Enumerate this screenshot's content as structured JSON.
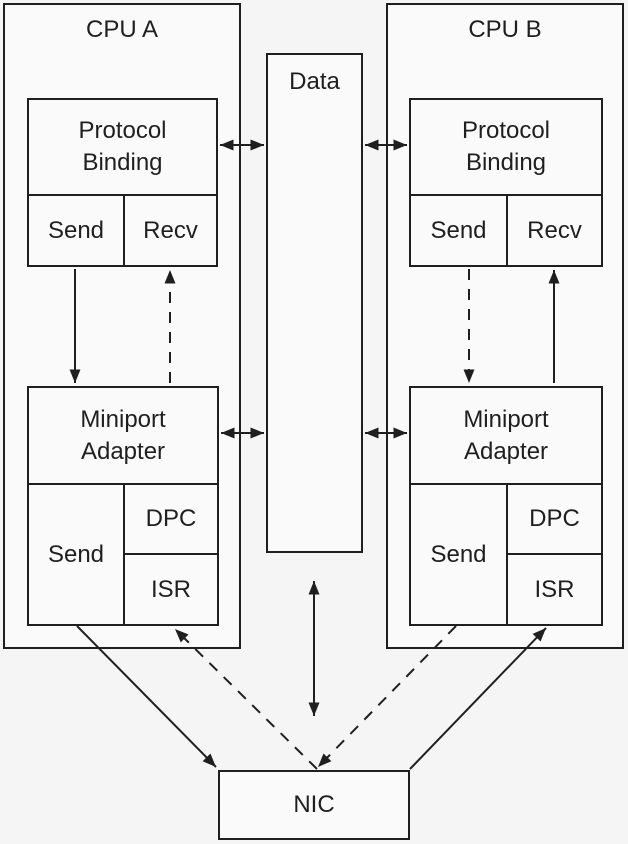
{
  "style": {
    "line_color": "#1f1f1f",
    "box_fill": "#fafafa",
    "background": "#f5f5f5",
    "text_color": "#1f1f1f"
  },
  "cpu_a": {
    "title": "CPU A",
    "protocol_binding": {
      "lines": [
        "Protocol",
        "Binding"
      ],
      "send_label": "Send",
      "recv_label": "Recv"
    },
    "miniport_adapter": {
      "lines": [
        "Miniport",
        "Adapter"
      ],
      "send_label": "Send",
      "dpc_label": "DPC",
      "isr_label": "ISR"
    }
  },
  "cpu_b": {
    "title": "CPU B",
    "protocol_binding": {
      "lines": [
        "Protocol",
        "Binding"
      ],
      "send_label": "Send",
      "recv_label": "Recv"
    },
    "miniport_adapter": {
      "lines": [
        "Miniport",
        "Adapter"
      ],
      "send_label": "Send",
      "dpc_label": "DPC",
      "isr_label": "ISR"
    }
  },
  "data_box": {
    "label": "Data"
  },
  "nic_box": {
    "label": "NIC"
  }
}
